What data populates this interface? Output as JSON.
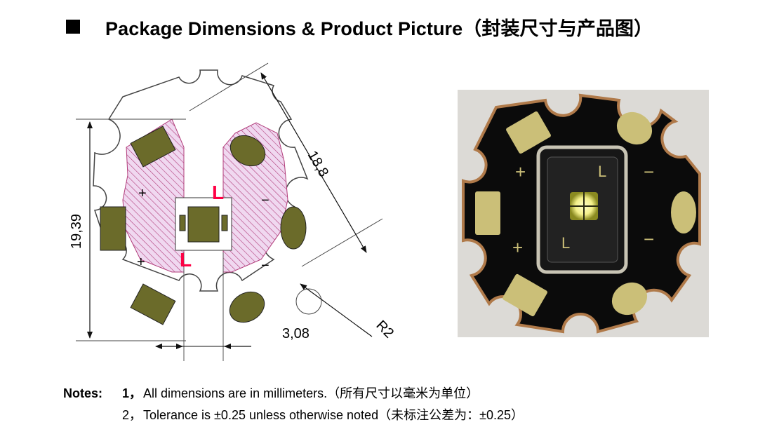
{
  "header": {
    "title": "Package Dimensions & Product Picture（封装尺寸与产品图）"
  },
  "drawing": {
    "dim_width": "18,8",
    "dim_height": "19,39",
    "dim_slot": "3,08",
    "dim_radius": "R2",
    "plus_sign": "+",
    "minus_sign": "−",
    "corner_mark": "L"
  },
  "photo": {
    "plus_sign": "+",
    "minus_sign": "−",
    "corner_mark": "L",
    "colors": {
      "board": "#0b0b0b",
      "pad": "#cbbf78",
      "copper": "#b07a4a",
      "led": "#f4f08a"
    }
  },
  "notes": {
    "label": "Notes:",
    "items": [
      {
        "num": "1，",
        "text": "All dimensions are in millimeters.（所有尺寸以毫米为单位）"
      },
      {
        "num": "2，",
        "text": "Tolerance is ±0.25 unless otherwise noted（未标注公差为：±0.25）"
      }
    ]
  },
  "colors": {
    "pad_fill": "#6b6b2a",
    "hatch": "#b13c7a",
    "hatch_bg": "#f0d8f0",
    "mark": "#ff0044",
    "dim_line": "#111111"
  }
}
